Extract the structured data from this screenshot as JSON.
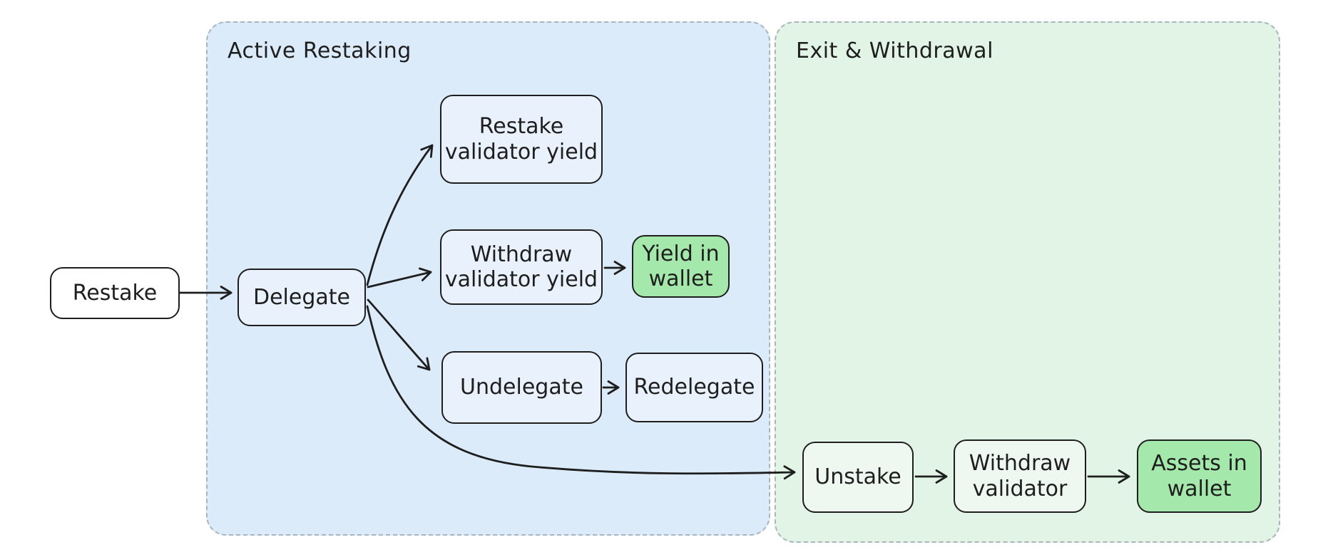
{
  "diagram": {
    "groups": {
      "active_restaking": {
        "label": "Active Restaking",
        "fill": "#dcebf9"
      },
      "exit_withdrawal": {
        "label": "Exit & Withdrawal",
        "fill": "#e2f4e5"
      }
    },
    "nodes": {
      "restake": {
        "label": "Restake",
        "fill": "#ffffff"
      },
      "delegate": {
        "label": "Delegate",
        "fill": "#e9f2fc"
      },
      "restake_validator_yield": {
        "label": "Restake\nvalidator yield",
        "fill": "#e9f2fc"
      },
      "withdraw_validator_yield": {
        "label": "Withdraw\nvalidator yield",
        "fill": "#e9f2fc"
      },
      "yield_in_wallet": {
        "label": "Yield in\nwallet",
        "fill": "#a5e8ab"
      },
      "undelegate": {
        "label": "Undelegate",
        "fill": "#e9f2fc"
      },
      "redelegate": {
        "label": "Redelegate",
        "fill": "#e9f2fc"
      },
      "unstake": {
        "label": "Unstake",
        "fill": "#eff8f0"
      },
      "withdraw_validator": {
        "label": "Withdraw\nvalidator",
        "fill": "#eff8f0"
      },
      "assets_in_wallet": {
        "label": "Assets in\nwallet",
        "fill": "#a5e8ab"
      }
    },
    "edges": [
      {
        "from": "restake",
        "to": "delegate"
      },
      {
        "from": "delegate",
        "to": "restake_validator_yield"
      },
      {
        "from": "delegate",
        "to": "withdraw_validator_yield"
      },
      {
        "from": "delegate",
        "to": "undelegate"
      },
      {
        "from": "delegate",
        "to": "unstake"
      },
      {
        "from": "withdraw_validator_yield",
        "to": "yield_in_wallet"
      },
      {
        "from": "undelegate",
        "to": "redelegate"
      },
      {
        "from": "unstake",
        "to": "withdraw_validator"
      },
      {
        "from": "withdraw_validator",
        "to": "assets_in_wallet"
      }
    ],
    "colors": {
      "canvas": "#ffffff",
      "node_border": "#1e1e1e",
      "text": "#1e1e1e",
      "group_border": "#a9b4bc",
      "accent_green": "#a5e8ab",
      "light_blue": "#e9f2fc",
      "light_green": "#eff8f0"
    }
  }
}
